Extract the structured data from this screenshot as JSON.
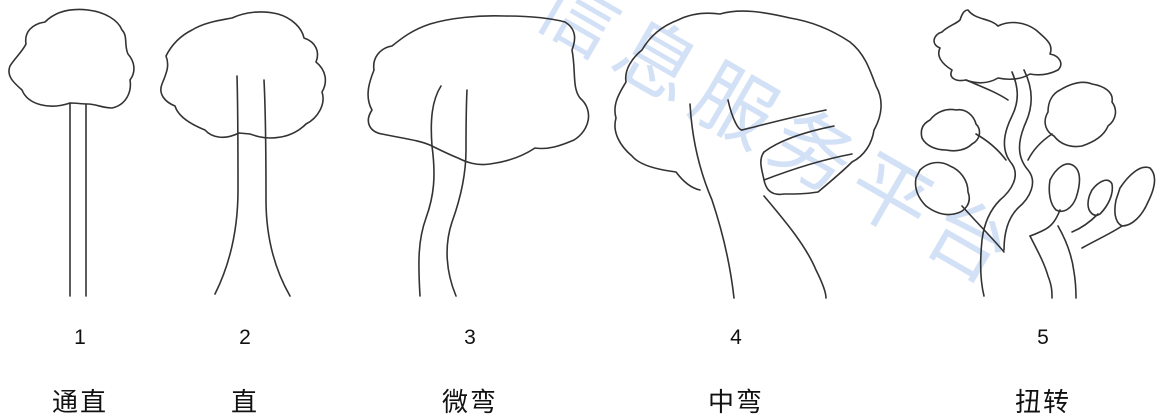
{
  "trees": [
    {
      "number": "1",
      "label": "通直"
    },
    {
      "number": "2",
      "label": "直"
    },
    {
      "number": "3",
      "label": "微弯"
    },
    {
      "number": "4",
      "label": "中弯"
    },
    {
      "number": "5",
      "label": "扭转"
    }
  ],
  "watermark": {
    "text": "信息服务平台",
    "color": "#c9daf5"
  }
}
